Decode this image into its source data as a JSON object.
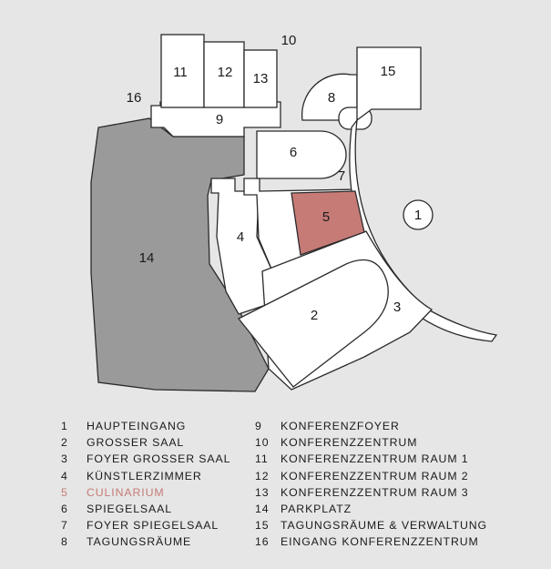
{
  "map": {
    "rooms": [
      {
        "id": "1",
        "number": "1",
        "style": "circle"
      },
      {
        "id": "2",
        "number": "2",
        "style": "room"
      },
      {
        "id": "3",
        "number": "3",
        "style": "room"
      },
      {
        "id": "4",
        "number": "4",
        "style": "room"
      },
      {
        "id": "5",
        "number": "5",
        "style": "accent"
      },
      {
        "id": "6",
        "number": "6",
        "style": "room"
      },
      {
        "id": "7",
        "number": "7",
        "style": "room"
      },
      {
        "id": "8",
        "number": "8",
        "style": "room"
      },
      {
        "id": "9",
        "number": "9",
        "style": "room"
      },
      {
        "id": "10",
        "number": "10",
        "style": "label"
      },
      {
        "id": "11",
        "number": "11",
        "style": "room"
      },
      {
        "id": "12",
        "number": "12",
        "style": "room"
      },
      {
        "id": "13",
        "number": "13",
        "style": "room"
      },
      {
        "id": "14",
        "number": "14",
        "style": "dark"
      },
      {
        "id": "15",
        "number": "15",
        "style": "room"
      },
      {
        "id": "16",
        "number": "16",
        "style": "label"
      }
    ],
    "colors": {
      "background": "#e6e6e6",
      "room": "#ffffff",
      "parking": "#9a9a9a",
      "highlight": "#c67b77",
      "outline": "#2a2a2a"
    }
  },
  "legend": {
    "left": [
      {
        "number": "1",
        "label": "HAUPTEINGANG",
        "highlight": false
      },
      {
        "number": "2",
        "label": "GROSSER SAAL",
        "highlight": false
      },
      {
        "number": "3",
        "label": "FOYER GROSSER SAAL",
        "highlight": false
      },
      {
        "number": "4",
        "label": "KÜNSTLERZIMMER",
        "highlight": false
      },
      {
        "number": "5",
        "label": "CULINARIUM",
        "highlight": true
      },
      {
        "number": "6",
        "label": "SPIEGELSAAL",
        "highlight": false
      },
      {
        "number": "7",
        "label": "FOYER SPIEGELSAAL",
        "highlight": false
      },
      {
        "number": "8",
        "label": "TAGUNGSRÄUME",
        "highlight": false
      }
    ],
    "right": [
      {
        "number": "9",
        "label": "KONFERENZFOYER",
        "highlight": false
      },
      {
        "number": "10",
        "label": "KONFERENZZENTRUM",
        "highlight": false
      },
      {
        "number": "11",
        "label": "KONFERENZZENTRUM RAUM 1",
        "highlight": false
      },
      {
        "number": "12",
        "label": "KONFERENZZENTRUM RAUM 2",
        "highlight": false
      },
      {
        "number": "13",
        "label": "KONFERENZZENTRUM RAUM 3",
        "highlight": false
      },
      {
        "number": "14",
        "label": "PARKPLATZ",
        "highlight": false
      },
      {
        "number": "15",
        "label": "TAGUNGSRÄUME & VERWALTUNG",
        "highlight": false
      },
      {
        "number": "16",
        "label": "EINGANG KONFERENZZENTRUM",
        "highlight": false
      }
    ]
  }
}
